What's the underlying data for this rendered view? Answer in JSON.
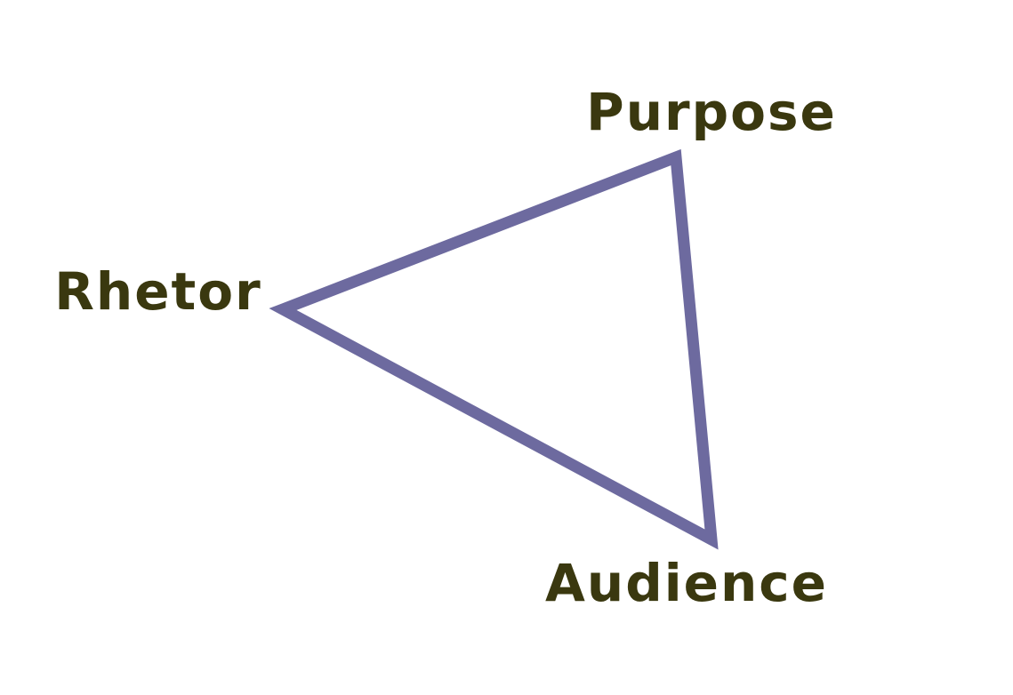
{
  "diagram": {
    "title": "rhetorical-triangle",
    "labels": {
      "top_right": "Purpose",
      "left": "Rhetor",
      "bottom_right": "Audience"
    },
    "colors": {
      "triangle_stroke": "#6d6a9f",
      "label_text": "#3a380f",
      "background": "#ffffff"
    },
    "triangle": {
      "stroke_width": "13"
    }
  }
}
